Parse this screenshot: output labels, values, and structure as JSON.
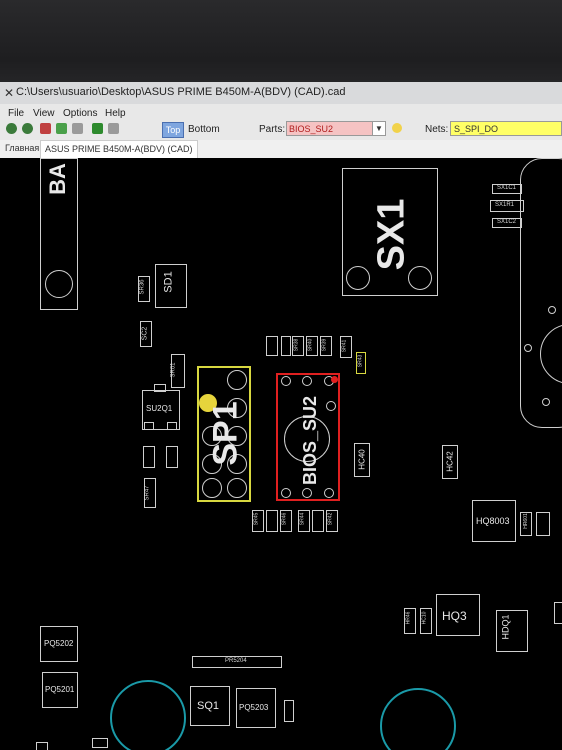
{
  "window": {
    "title": "C:\\Users\\usuario\\Desktop\\ASUS PRIME B450M-A(BDV) (CAD).cad"
  },
  "menu": [
    "File",
    "View",
    "Options",
    "Help"
  ],
  "toolbar": {
    "top_label": "Top",
    "bottom_label": "Bottom",
    "parts_label": "Parts:",
    "parts_value": "BIOS_SU2",
    "nets_label": "Nets:",
    "nets_value": "S_SPI_DO"
  },
  "tabs": {
    "home": "Главная",
    "file": "ASUS PRIME B450M-A(BDV) (CAD)"
  },
  "board": {
    "labels": {
      "ba": "BA",
      "sx1": "SX1",
      "sd1": "SD1",
      "sp1": "SP1",
      "bios_su2": "BIOS_SU2",
      "su2q1": "SU2Q1",
      "hq8003": "HQ8003",
      "hq3": "HQ3",
      "hdq1": "HDQ1",
      "pq5202": "PQ5202",
      "pq5201": "PQ5201",
      "pr5204": "PR5204",
      "sq1": "SQ1",
      "pq5203": "PQ5203",
      "sx1c1": "SX1C1",
      "sx1r1": "SX1R1",
      "sx1c2": "SX1C2",
      "sc2": "SC2",
      "hc40": "HC40",
      "hc42": "HC42",
      "sr36": "SR36",
      "sr01": "SR01",
      "sr38": "SR38",
      "sr40": "SR40",
      "sr39": "SR39",
      "sr41": "SR41",
      "sr43": "SR43",
      "sr45": "SR45",
      "sr46": "SR46",
      "sr44": "SR44",
      "sr42": "SR42",
      "sr47": "SR47",
      "hr46": "HR46",
      "hc10": "HC10",
      "hr601": "HR601"
    }
  },
  "colors": {
    "selected_part": "#e02020",
    "highlight_net": "#d8d840",
    "pad": "#d0d0d0",
    "canvas": "#000000",
    "teal_hole": "#1a9aa8"
  }
}
